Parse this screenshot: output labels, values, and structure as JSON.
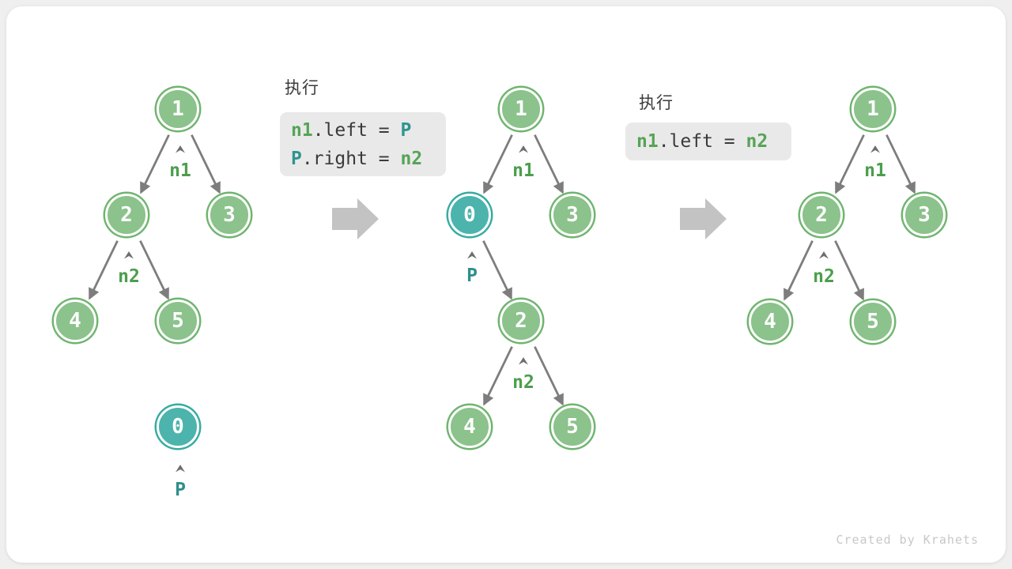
{
  "watermark": "Created by Krahets",
  "colors": {
    "node_green_fill": "#8cc28c",
    "node_green_border": "#6fb56f",
    "node_teal_fill": "#4cb4ac",
    "node_teal_border": "#38aba1",
    "pointer_green": "#4d9e4d",
    "pointer_teal": "#2f8f8a",
    "edge_gray": "#7d7d7d",
    "big_arrow_gray": "#c3c3c3",
    "code_bg": "#e9e9e9",
    "code_plain": "#3a3a3a",
    "code_green": "#56a456",
    "code_teal": "#2f9490"
  },
  "code_blocks": [
    {
      "title": "执行",
      "lines": [
        {
          "tokens": [
            {
              "t": "n1",
              "c": "green"
            },
            {
              "t": ".left = ",
              "c": "plain"
            },
            {
              "t": "P",
              "c": "teal"
            }
          ]
        },
        {
          "tokens": [
            {
              "t": "P",
              "c": "teal"
            },
            {
              "t": ".right = ",
              "c": "plain"
            },
            {
              "t": "n2",
              "c": "green"
            }
          ]
        }
      ]
    },
    {
      "title": "执行",
      "lines": [
        {
          "tokens": [
            {
              "t": "n1",
              "c": "green"
            },
            {
              "t": ".left = ",
              "c": "plain"
            },
            {
              "t": "n2",
              "c": "green"
            }
          ]
        }
      ]
    }
  ],
  "trees": [
    {
      "name": "before",
      "nodes": [
        {
          "value": "1",
          "color": "green"
        },
        {
          "value": "2",
          "color": "green"
        },
        {
          "value": "3",
          "color": "green"
        },
        {
          "value": "4",
          "color": "green"
        },
        {
          "value": "5",
          "color": "green"
        },
        {
          "value": "0",
          "color": "teal"
        }
      ],
      "edges": [
        [
          "1",
          "2"
        ],
        [
          "1",
          "3"
        ],
        [
          "2",
          "4"
        ],
        [
          "2",
          "5"
        ]
      ],
      "pointers": [
        {
          "label": "n1",
          "target": "1"
        },
        {
          "label": "n2",
          "target": "2"
        },
        {
          "label": "P",
          "target": "0"
        }
      ]
    },
    {
      "name": "after_insert",
      "nodes": [
        {
          "value": "1",
          "color": "green"
        },
        {
          "value": "0",
          "color": "teal"
        },
        {
          "value": "3",
          "color": "green"
        },
        {
          "value": "2",
          "color": "green"
        },
        {
          "value": "4",
          "color": "green"
        },
        {
          "value": "5",
          "color": "green"
        }
      ],
      "edges": [
        [
          "1",
          "0"
        ],
        [
          "1",
          "3"
        ],
        [
          "0",
          "2"
        ],
        [
          "2",
          "4"
        ],
        [
          "2",
          "5"
        ]
      ],
      "pointers": [
        {
          "label": "n1",
          "target": "1"
        },
        {
          "label": "P",
          "target": "0"
        },
        {
          "label": "n2",
          "target": "2"
        }
      ]
    },
    {
      "name": "after_remove",
      "nodes": [
        {
          "value": "1",
          "color": "green"
        },
        {
          "value": "2",
          "color": "green"
        },
        {
          "value": "3",
          "color": "green"
        },
        {
          "value": "4",
          "color": "green"
        },
        {
          "value": "5",
          "color": "green"
        }
      ],
      "edges": [
        [
          "1",
          "2"
        ],
        [
          "1",
          "3"
        ],
        [
          "2",
          "4"
        ],
        [
          "2",
          "5"
        ]
      ],
      "pointers": [
        {
          "label": "n1",
          "target": "1"
        },
        {
          "label": "n2",
          "target": "2"
        }
      ]
    }
  ]
}
